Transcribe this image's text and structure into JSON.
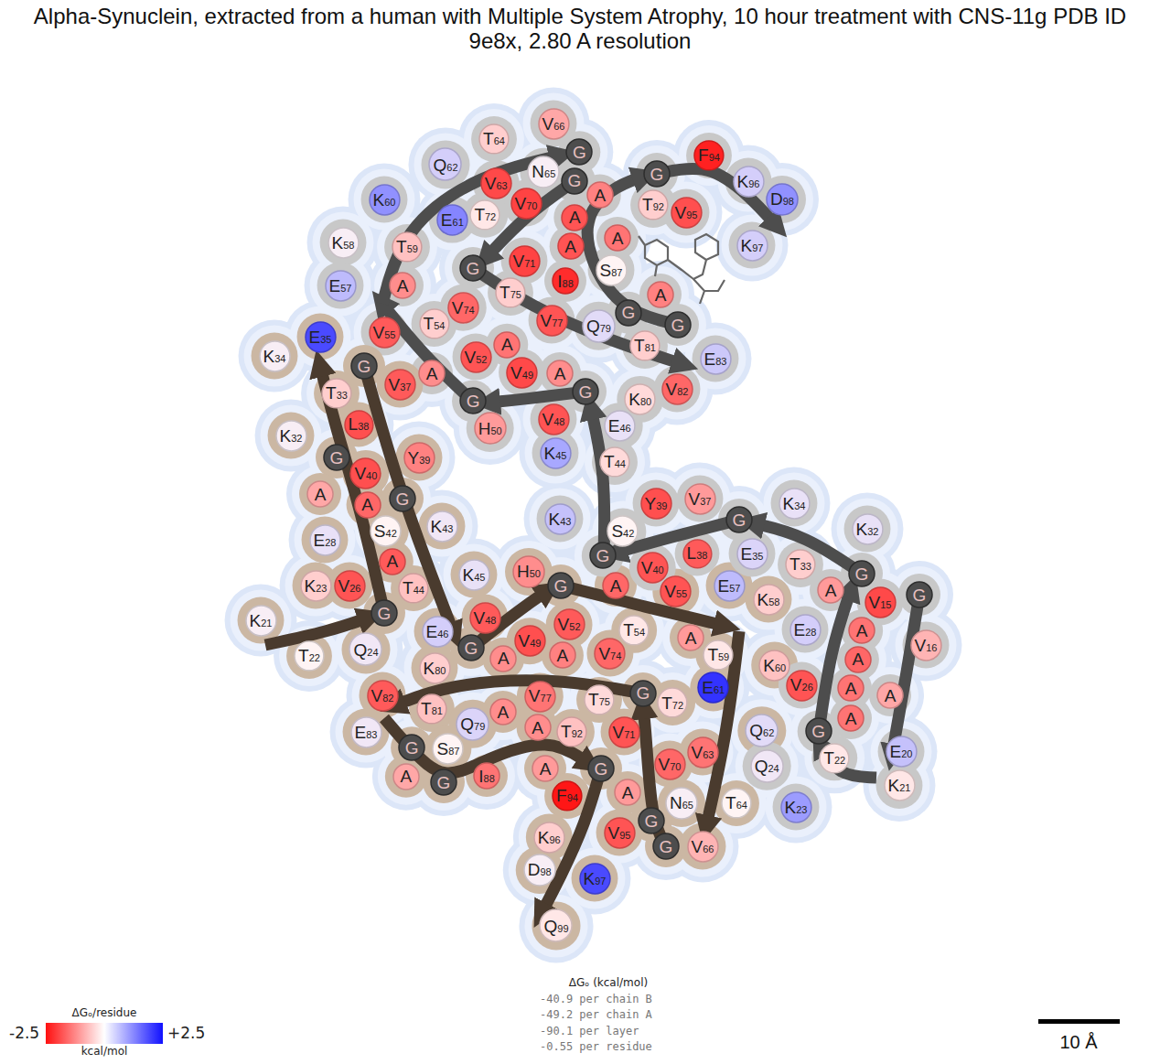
{
  "diagram": {
    "title": "Alpha-Synuclein, extracted from a human with Multiple System Atrophy, 10 hour treatment with CNS-11g PDB ID 9e8x, 2.80 A resolution",
    "nodes": [
      {
        "text": [
          "Q",
          "62"
        ]
      },
      {
        "text": [
          "T",
          "64"
        ]
      },
      {
        "text": [
          "V",
          "66"
        ]
      },
      {
        "text": [
          "N",
          "65"
        ]
      },
      {
        "text": [
          "G"
        ]
      },
      {
        "text": [
          "G"
        ]
      },
      {
        "text": [
          "V",
          "63"
        ]
      },
      {
        "text": [
          "V",
          "70"
        ]
      },
      {
        "text": [
          "A"
        ]
      },
      {
        "text": [
          "A"
        ]
      },
      {
        "text": [
          "A"
        ]
      },
      {
        "text": [
          "A"
        ]
      },
      {
        "text": [
          "G"
        ]
      },
      {
        "text": [
          "F",
          "94"
        ]
      },
      {
        "text": [
          "K",
          "96"
        ]
      },
      {
        "text": [
          "D",
          "98"
        ]
      },
      {
        "text": [
          "K",
          "97"
        ]
      },
      {
        "text": [
          "T",
          "92"
        ]
      },
      {
        "text": [
          "V",
          "95"
        ]
      },
      {
        "text": [
          "K",
          "60"
        ]
      },
      {
        "text": [
          "E",
          "61"
        ]
      },
      {
        "text": [
          "T",
          "72"
        ]
      },
      {
        "text": [
          "V",
          "71"
        ]
      },
      {
        "text": [
          "K",
          "58"
        ]
      },
      {
        "text": [
          "T",
          "59"
        ]
      },
      {
        "text": [
          "G"
        ]
      },
      {
        "text": [
          "S",
          "87"
        ]
      },
      {
        "text": [
          "I",
          "88"
        ]
      },
      {
        "text": [
          "A"
        ]
      },
      {
        "text": [
          "E",
          "57"
        ]
      },
      {
        "text": [
          "A"
        ]
      },
      {
        "text": [
          "V",
          "74"
        ]
      },
      {
        "text": [
          "T",
          "75"
        ]
      },
      {
        "text": [
          "V",
          "77"
        ]
      },
      {
        "text": [
          "Q",
          "79"
        ]
      },
      {
        "text": [
          "G"
        ]
      },
      {
        "text": [
          "G"
        ]
      },
      {
        "text": [
          "T",
          "54"
        ]
      },
      {
        "text": [
          "V",
          "55"
        ]
      },
      {
        "text": [
          "A"
        ]
      },
      {
        "text": [
          "V",
          "52"
        ]
      },
      {
        "text": [
          "V",
          "49"
        ]
      },
      {
        "text": [
          "A"
        ]
      },
      {
        "text": [
          "T",
          "81"
        ]
      },
      {
        "text": [
          "E",
          "83"
        ]
      },
      {
        "text": [
          "V",
          "82"
        ]
      },
      {
        "text": [
          "A"
        ]
      },
      {
        "text": [
          "G"
        ]
      },
      {
        "text": [
          "G"
        ]
      },
      {
        "text": [
          "K",
          "80"
        ]
      },
      {
        "text": [
          "E",
          "46"
        ]
      },
      {
        "text": [
          "V",
          "48"
        ]
      },
      {
        "text": [
          "H",
          "50"
        ]
      },
      {
        "text": [
          "K",
          "45"
        ]
      },
      {
        "text": [
          "T",
          "44"
        ]
      },
      {
        "text": [
          "K",
          "34"
        ]
      },
      {
        "text": [
          "E",
          "35"
        ]
      },
      {
        "text": [
          "G"
        ]
      },
      {
        "text": [
          "V",
          "37"
        ]
      },
      {
        "text": [
          "T",
          "33"
        ]
      },
      {
        "text": [
          "L",
          "38"
        ]
      },
      {
        "text": [
          "K",
          "32"
        ]
      },
      {
        "text": [
          "Y",
          "39"
        ]
      },
      {
        "text": [
          "G"
        ]
      },
      {
        "text": [
          "V",
          "40"
        ]
      },
      {
        "text": [
          "A"
        ]
      },
      {
        "text": [
          "A"
        ]
      },
      {
        "text": [
          "G"
        ]
      },
      {
        "text": [
          "S",
          "42"
        ]
      },
      {
        "text": [
          "K",
          "43"
        ]
      },
      {
        "text": [
          "E",
          "28"
        ]
      },
      {
        "text": [
          "A"
        ]
      },
      {
        "text": [
          "K",
          "23"
        ]
      },
      {
        "text": [
          "V",
          "26"
        ]
      },
      {
        "text": [
          "T",
          "44"
        ]
      },
      {
        "text": [
          "K",
          "45"
        ]
      },
      {
        "text": [
          "H",
          "50"
        ]
      },
      {
        "text": [
          "G"
        ]
      },
      {
        "text": [
          "K",
          "21"
        ]
      },
      {
        "text": [
          "G"
        ]
      },
      {
        "text": [
          "Q",
          "24"
        ]
      },
      {
        "text": [
          "E",
          "46"
        ]
      },
      {
        "text": [
          "V",
          "48"
        ]
      },
      {
        "text": [
          "V",
          "52"
        ]
      },
      {
        "text": [
          "A"
        ]
      },
      {
        "text": [
          "V",
          "55"
        ]
      },
      {
        "text": [
          "E",
          "57"
        ]
      },
      {
        "text": [
          "K",
          "58"
        ]
      },
      {
        "text": [
          "T",
          "54"
        ]
      },
      {
        "text": [
          "A"
        ]
      },
      {
        "text": [
          "T",
          "22"
        ]
      },
      {
        "text": [
          "G"
        ]
      },
      {
        "text": [
          "A"
        ]
      },
      {
        "text": [
          "V",
          "49"
        ]
      },
      {
        "text": [
          "A"
        ]
      },
      {
        "text": [
          "V",
          "74"
        ]
      },
      {
        "text": [
          "T",
          "59"
        ]
      },
      {
        "text": [
          "K",
          "60"
        ]
      },
      {
        "text": [
          "K",
          "80"
        ]
      },
      {
        "text": [
          "V",
          "82"
        ]
      },
      {
        "text": [
          "T",
          "81"
        ]
      },
      {
        "text": [
          "Q",
          "79"
        ]
      },
      {
        "text": [
          "A"
        ]
      },
      {
        "text": [
          "V",
          "77"
        ]
      },
      {
        "text": [
          "T",
          "75"
        ]
      },
      {
        "text": [
          "G"
        ]
      },
      {
        "text": [
          "T",
          "72"
        ]
      },
      {
        "text": [
          "E",
          "61"
        ]
      },
      {
        "text": [
          "Q",
          "62"
        ]
      },
      {
        "text": [
          "E",
          "83"
        ]
      },
      {
        "text": [
          "A"
        ]
      },
      {
        "text": [
          "T",
          "92"
        ]
      },
      {
        "text": [
          "V",
          "71"
        ]
      },
      {
        "text": [
          "V",
          "63"
        ]
      },
      {
        "text": [
          "G"
        ]
      },
      {
        "text": [
          "S",
          "87"
        ]
      },
      {
        "text": [
          "I",
          "88"
        ]
      },
      {
        "text": [
          "A"
        ]
      },
      {
        "text": [
          "G"
        ]
      },
      {
        "text": [
          "A"
        ]
      },
      {
        "text": [
          "G"
        ]
      },
      {
        "text": [
          "A"
        ]
      },
      {
        "text": [
          "V",
          "70"
        ]
      },
      {
        "text": [
          "F",
          "94"
        ]
      },
      {
        "text": [
          "N",
          "65"
        ]
      },
      {
        "text": [
          "T",
          "64"
        ]
      },
      {
        "text": [
          "V",
          "95"
        ]
      },
      {
        "text": [
          "G"
        ]
      },
      {
        "text": [
          "G"
        ]
      },
      {
        "text": [
          "V",
          "66"
        ]
      },
      {
        "text": [
          "K",
          "96"
        ]
      },
      {
        "text": [
          "D",
          "98"
        ]
      },
      {
        "text": [
          "K",
          "97"
        ]
      },
      {
        "text": [
          "Q",
          "99"
        ]
      },
      {
        "text": [
          "Y",
          "39"
        ]
      },
      {
        "text": [
          "V",
          "37"
        ]
      },
      {
        "text": [
          "K",
          "34"
        ]
      },
      {
        "text": [
          "G"
        ]
      },
      {
        "text": [
          "K",
          "32"
        ]
      },
      {
        "text": [
          "K",
          "43"
        ]
      },
      {
        "text": [
          "S",
          "42"
        ]
      },
      {
        "text": [
          "G"
        ]
      },
      {
        "text": [
          "L",
          "38"
        ]
      },
      {
        "text": [
          "E",
          "35"
        ]
      },
      {
        "text": [
          "T",
          "33"
        ]
      },
      {
        "text": [
          "G"
        ]
      },
      {
        "text": [
          "G"
        ]
      },
      {
        "text": [
          "V",
          "40"
        ]
      },
      {
        "text": [
          "A"
        ]
      },
      {
        "text": [
          "V",
          "15"
        ]
      },
      {
        "text": [
          "V",
          "16"
        ]
      },
      {
        "text": [
          "E",
          "28"
        ]
      },
      {
        "text": [
          "A"
        ]
      },
      {
        "text": [
          "A"
        ]
      },
      {
        "text": [
          "V",
          "26"
        ]
      },
      {
        "text": [
          "A"
        ]
      },
      {
        "text": [
          "A"
        ]
      },
      {
        "text": [
          "A"
        ]
      },
      {
        "text": [
          "G"
        ]
      },
      {
        "text": [
          "E",
          "20"
        ]
      },
      {
        "text": [
          "K",
          "21"
        ]
      },
      {
        "text": [
          "T",
          "22"
        ]
      },
      {
        "text": [
          "K",
          "23"
        ]
      },
      {
        "text": [
          "Q",
          "24"
        ]
      }
    ],
    "labels": [
      "ΔGₒ (kcal/mol)",
      "-40.9 per chain B",
      "-49.2 per chain A",
      "-90.1 per layer",
      "-0.55 per residue",
      "ΔGₒ/residue",
      "-2.5",
      "+2.5",
      "kcal/mol",
      "10 Å"
    ]
  }
}
